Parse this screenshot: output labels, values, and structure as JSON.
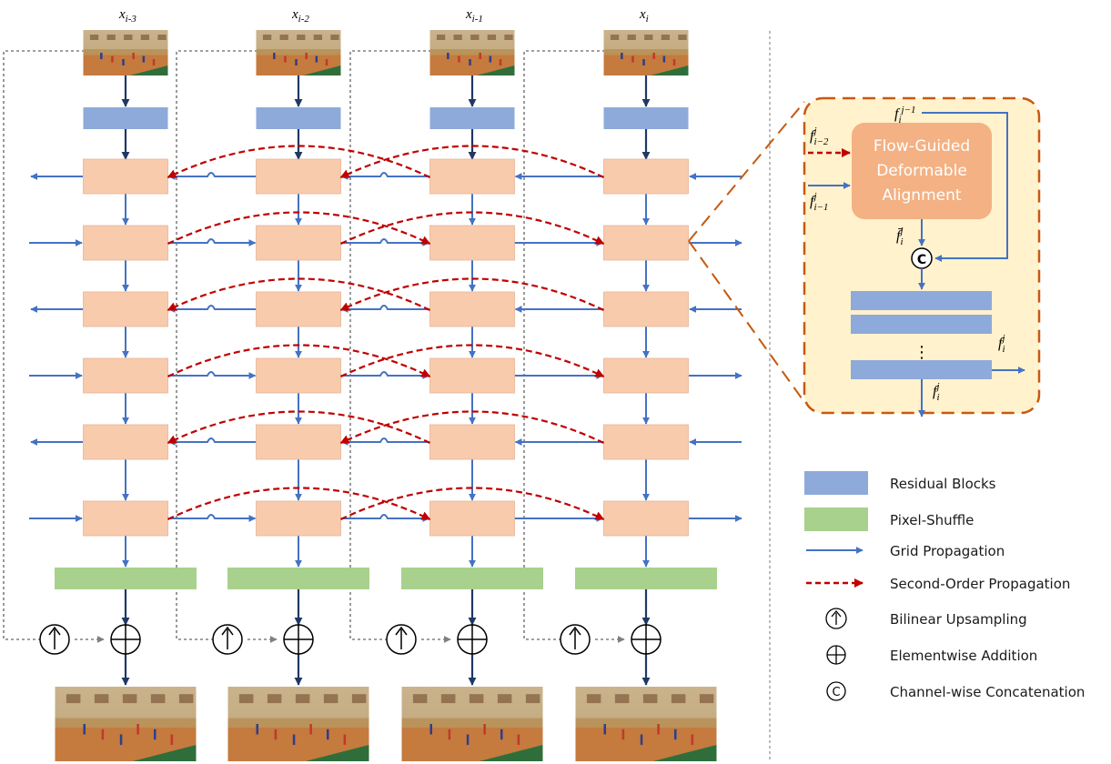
{
  "columns": [
    {
      "frame_label_base": "x",
      "frame_label_sub": "i-3"
    },
    {
      "frame_label_base": "x",
      "frame_label_sub": "i-2"
    },
    {
      "frame_label_base": "x",
      "frame_label_sub": "i-1"
    },
    {
      "frame_label_base": "x",
      "frame_label_sub": "i"
    }
  ],
  "propagation_directions": [
    "backward",
    "forward",
    "backward",
    "forward",
    "backward",
    "forward"
  ],
  "inset": {
    "module_title": "Flow-Guided Deformable Alignment",
    "top_label": {
      "base": "f",
      "sub": "i",
      "sup": "j−1"
    },
    "input_second": {
      "base": "f",
      "sub": "i−2",
      "sup": "j"
    },
    "input_first": {
      "base": "f",
      "sub": "i−1",
      "sup": "j"
    },
    "aligned": {
      "base": "f̄",
      "sub": "i",
      "sup": "j"
    },
    "concat_symbol": "C",
    "output_right": {
      "base": "f",
      "sub": "i",
      "sup": "j"
    },
    "output_bottom": {
      "base": "f",
      "sub": "i",
      "sup": "j"
    },
    "ellipsis": "⋮"
  },
  "legend": [
    {
      "key": "residual",
      "label": "Residual Blocks"
    },
    {
      "key": "pixel",
      "label": "Pixel-Shuffle"
    },
    {
      "key": "grid",
      "label": "Grid Propagation"
    },
    {
      "key": "second",
      "label": "Second-Order Propagation"
    },
    {
      "key": "bilinear",
      "label": "Bilinear Upsampling"
    },
    {
      "key": "add",
      "label": "Elementwise Addition"
    },
    {
      "key": "concat",
      "label": "Channel-wise Concatenation",
      "symbol": "C"
    }
  ],
  "colors": {
    "residual": "#8eaadb",
    "propagation_block": "#f8cbad",
    "pixel_shuffle": "#a9d18e",
    "grid_arrow": "#4472c4",
    "second_order": "#c00000",
    "dark_arrow": "#1f3864",
    "dashed_skip": "#808080",
    "inset_fill": "#fff2cc",
    "inset_border": "#c55a11",
    "align_module": "#f4b183",
    "align_text": "#ffffff",
    "separator": "#a6a6a6"
  }
}
